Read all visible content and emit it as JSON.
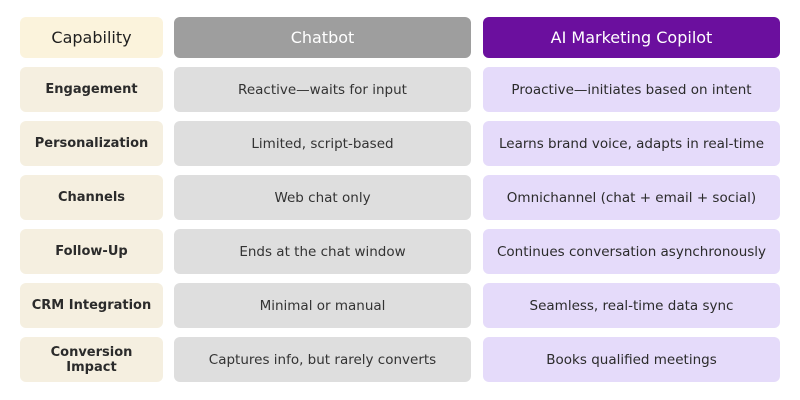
{
  "header": {
    "capability": "Capability",
    "chatbot": "Chatbot",
    "copilot": "AI Marketing Copilot"
  },
  "rows": [
    {
      "capability": "Engagement",
      "chatbot": "Reactive—waits for input",
      "copilot": "Proactive—initiates based on intent"
    },
    {
      "capability": "Personalization",
      "chatbot": "Limited, script-based",
      "copilot": "Learns brand voice, adapts in real-time"
    },
    {
      "capability": "Channels",
      "chatbot": "Web chat only",
      "copilot": "Omnichannel (chat + email + social)"
    },
    {
      "capability": "Follow-Up",
      "chatbot": "Ends at the chat window",
      "copilot": "Continues conversation asynchronously"
    },
    {
      "capability": "CRM Integration",
      "chatbot": "Minimal or manual",
      "copilot": "Seamless, real-time data sync"
    },
    {
      "capability": "Conversion Impact",
      "chatbot": "Captures info, but rarely converts",
      "copilot": "Books qualified meetings"
    }
  ],
  "colors": {
    "capability_header_bg": "#fbf3dc",
    "chatbot_header_bg": "#9e9e9e",
    "copilot_header_bg": "#6b0f9e",
    "capability_cell_bg": "#f5efe0",
    "chatbot_cell_bg": "#dedede",
    "copilot_cell_bg": "#e5dbfa"
  }
}
